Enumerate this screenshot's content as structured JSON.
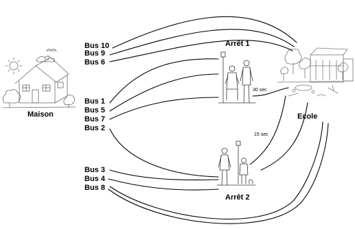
{
  "places": {
    "home": "Maison",
    "school": "Ecole",
    "stop1": "Arrêt 1",
    "stop2": "Arrêt 2"
  },
  "buses": {
    "bus10": "Bus 10",
    "bus9": "Bus 9",
    "bus6": "Bus 6",
    "bus1": "Bus 1",
    "bus5": "Bus 5",
    "bus7": "Bus 7",
    "bus2": "Bus 2",
    "bus3": "Bus 3",
    "bus4": "Bus 4",
    "bus8": "Bus 8"
  },
  "durations": {
    "stop1_to_school": "30 sec",
    "stop2_to_school": "15 sec"
  },
  "icons": {
    "home": "house-sketch-icon",
    "school": "school-sketch-icon",
    "stop1": "bus-stop-people-icon",
    "stop2": "bus-stop-people-icon"
  },
  "colors": {
    "line": "#000000",
    "sketch": "#666666"
  }
}
